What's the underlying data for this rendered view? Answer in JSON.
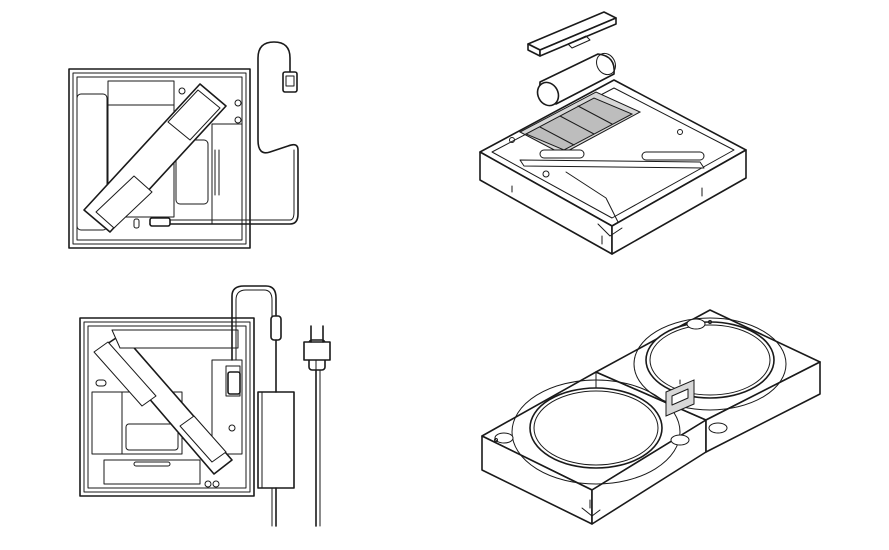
{
  "figure": {
    "panels": [
      {
        "id": "top-left",
        "icon": "usb-cable-icon"
      },
      {
        "id": "top-right",
        "icon": "battery-cover-icon"
      },
      {
        "id": "bottom-left",
        "icon": "ac-adapter-icon"
      },
      {
        "id": "bottom-right",
        "icon": "button-pair-icon"
      }
    ]
  }
}
